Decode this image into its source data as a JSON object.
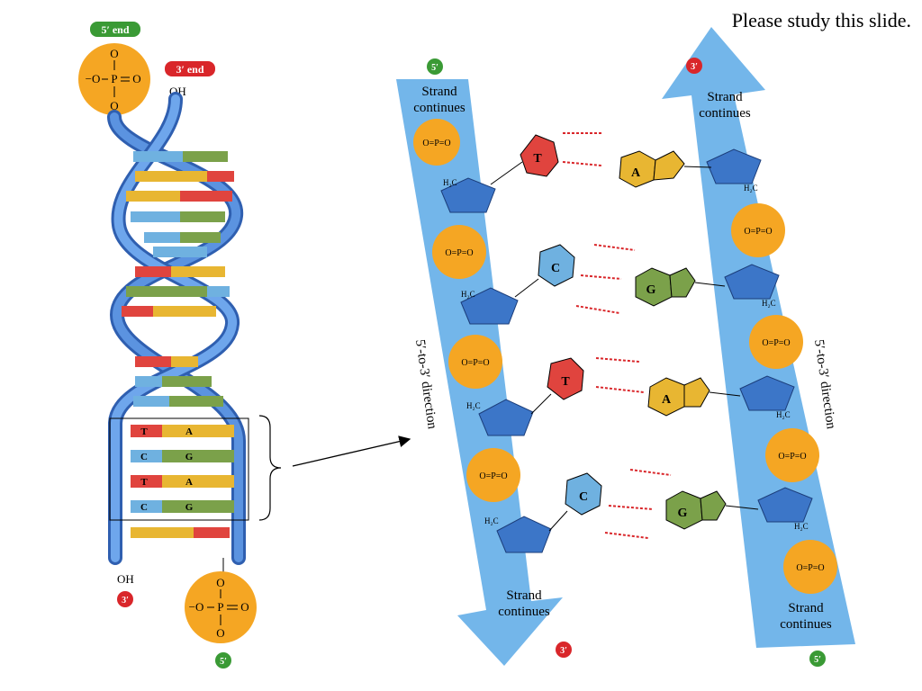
{
  "slide": {
    "note": "Please study this slide."
  },
  "left_helix": {
    "five_prime_end_label": "5′ end",
    "three_prime_end_label": "3′ end",
    "oh_top": "OH",
    "oh_bottom": "OH",
    "three_prime_bottom": "3′",
    "five_prime_bottom": "5′",
    "phosphate": {
      "o": "O",
      "minus_o": "−O",
      "p": "P"
    },
    "boxed_pairs": [
      {
        "left": "T",
        "right": "A"
      },
      {
        "left": "C",
        "right": "G"
      },
      {
        "left": "T",
        "right": "A"
      },
      {
        "left": "C",
        "right": "G"
      }
    ]
  },
  "detail": {
    "left_strand": {
      "top_marker": "5′",
      "top_label_line1": "Strand",
      "top_label_line2": "continues",
      "direction_label": "5′-to-3′ direction",
      "bottom_label_line1": "Strand",
      "bottom_label_line2": "continues",
      "bottom_marker": "3′"
    },
    "right_strand": {
      "top_marker": "3′",
      "top_label_line1": "Strand",
      "top_label_line2": "continues",
      "direction_label": "5′-to-3′ direction",
      "bottom_label_line1": "Strand",
      "bottom_label_line2": "continues",
      "bottom_marker": "5′"
    },
    "phosphate_text": "O=P=O",
    "ch2_label": "H₂C",
    "pairs": [
      {
        "left": "T",
        "right": "A"
      },
      {
        "left": "C",
        "right": "G"
      },
      {
        "left": "T",
        "right": "A"
      },
      {
        "left": "C",
        "right": "G"
      }
    ]
  },
  "colors": {
    "T": "#e0443e",
    "A": "#e8b632",
    "C": "#6fb1e0",
    "G": "#7ba14a",
    "phosphate": "#f5a623",
    "strand": "#5aa9e6",
    "backbone": "#3c76c8",
    "five_prime_badge": "#3a9a35",
    "three_prime_badge": "#d9262a"
  }
}
